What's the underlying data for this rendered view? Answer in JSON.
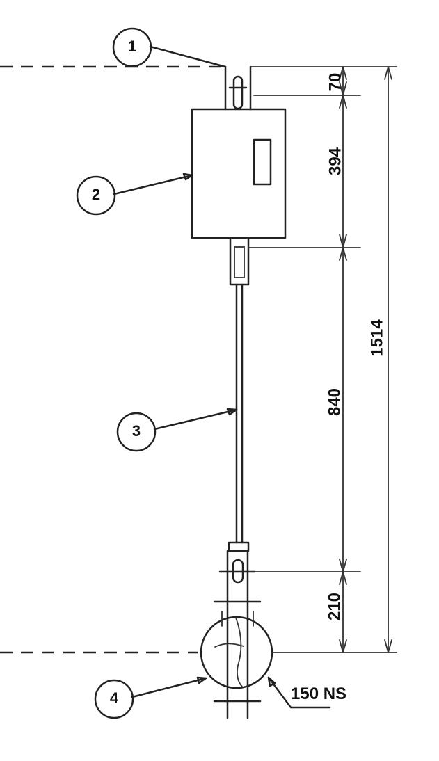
{
  "callouts": [
    "1",
    "2",
    "3",
    "4"
  ],
  "dimensions": {
    "d70": "70",
    "d394": "394",
    "d840": "840",
    "d210": "210",
    "d1514": "1514"
  },
  "pipe_label": "150 NS"
}
